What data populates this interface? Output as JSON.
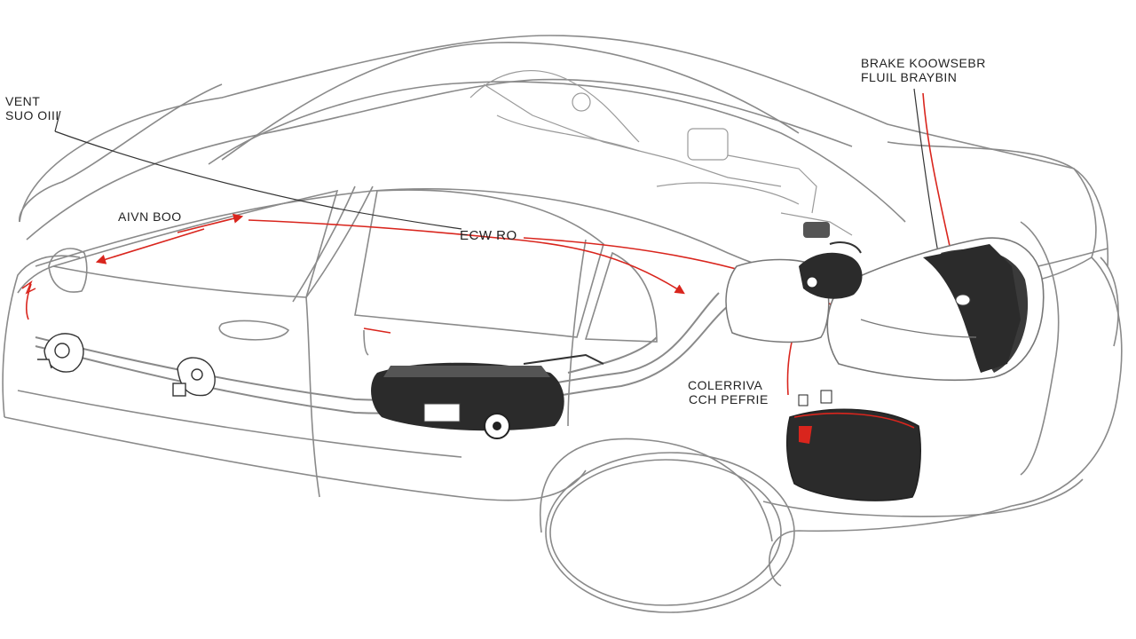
{
  "labels": {
    "top_left": {
      "line1": "VENT",
      "line2": "SUO OIII"
    },
    "top_right": {
      "line1": "BRAKE KOOWSEBR",
      "line2": "FLUIL BRAYBIN"
    },
    "left_arrow": "AIVN BOO",
    "center_line": "ECW RO",
    "lower_right": {
      "line1": "COLERRIVA",
      "line2": "CCH PEFRIE"
    }
  },
  "colors": {
    "outline": "#8a8a8a",
    "wiring": "#d9251d",
    "component_fill": "#2b2b2b",
    "label_text": "#222222"
  },
  "components": [
    {
      "name": "fuel-tank-icon",
      "fill": "dark"
    },
    {
      "name": "battery-box-icon",
      "fill": "dark"
    },
    {
      "name": "pump-assembly-icon",
      "fill": "dark"
    },
    {
      "name": "brake-booster-icon",
      "fill": "dark"
    },
    {
      "name": "front-sensor-icon",
      "fill": "outline"
    },
    {
      "name": "door-valve-icon",
      "fill": "outline"
    }
  ]
}
